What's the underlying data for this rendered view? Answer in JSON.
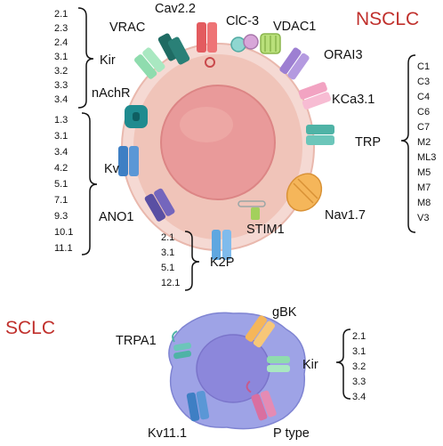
{
  "sections": {
    "nsclc_title": "NSCLC",
    "sclc_title": "SCLC"
  },
  "colors": {
    "section_title": "#c0302c",
    "cell_outer": "#f5d9d3",
    "cell_inner": "#eebfb4",
    "nucleus": "#e99a9a",
    "sclc_cell": "#9ea3e6",
    "sclc_nucleus": "#8c87db"
  },
  "nsclc": {
    "kir_group": {
      "label": "Kir",
      "items": [
        "2.1",
        "2.3",
        "2.4",
        "3.1",
        "3.2",
        "3.3",
        "3.4"
      ]
    },
    "kv_group": {
      "label": "Kv",
      "items": [
        "1.3",
        "3.1",
        "3.4",
        "4.2",
        "5.1",
        "7.1",
        "9.3",
        "10.1",
        "11.1"
      ]
    },
    "k2p_group": {
      "label": "K2P",
      "items": [
        "2.1",
        "3.1",
        "5.1",
        "12.1"
      ]
    },
    "trp_group": {
      "label": "TRP",
      "items": [
        "C1",
        "C3",
        "C4",
        "C6",
        "C7",
        "M2",
        "ML3",
        "M5",
        "M7",
        "M8",
        "V3"
      ]
    },
    "channels": {
      "vrac": "VRAC",
      "cav22": "Cav2.2",
      "clc3": "ClC-3",
      "vdac1": "VDAC1",
      "orai3": "ORAI3",
      "kca31": "KCa3.1",
      "nachr": "nAchR",
      "ano1": "ANO1",
      "stim1": "STIM1",
      "nav17": "Nav1.7"
    }
  },
  "sclc": {
    "kir_group": {
      "label": "Kir",
      "items": [
        "2.1",
        "3.1",
        "3.2",
        "3.3",
        "3.4"
      ]
    },
    "channels": {
      "trpa1": "TRPA1",
      "gbk": "gBK",
      "kv111": "Kv11.1",
      "ptype": "P type"
    }
  }
}
